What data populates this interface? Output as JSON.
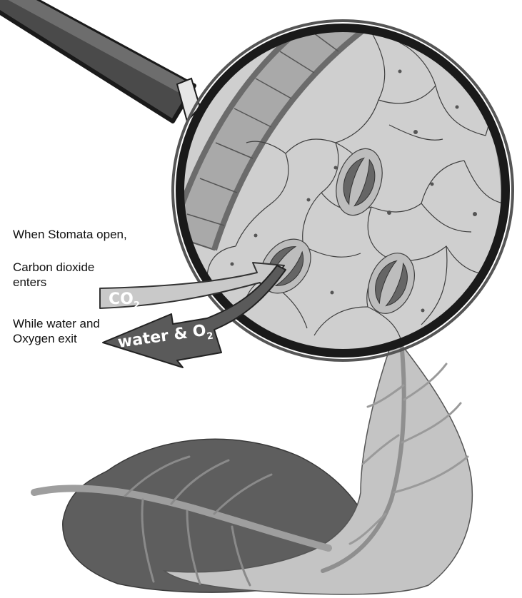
{
  "captions": {
    "stomata_open": "When Stomata open,",
    "co2_enters_line1": "Carbon dioxide",
    "co2_enters_line2": "enters",
    "exit_line1": "While water and",
    "exit_line2": "Oxygen exit"
  },
  "arrows": {
    "co2_label_main": "CO",
    "co2_label_sub": "2",
    "exit_label_main": "water & O",
    "exit_label_sub": "2"
  },
  "colors": {
    "leaf_dark": "#5e5e5e",
    "leaf_light": "#c4c4c4",
    "lens_rim": "#1a1a1a",
    "cell_fill": "#cfcfcf",
    "epidermis": "#a9a9a9",
    "stomata": "#666666",
    "co2_arrow": "#c9c9c9",
    "exit_arrow": "#5a5a5a"
  }
}
